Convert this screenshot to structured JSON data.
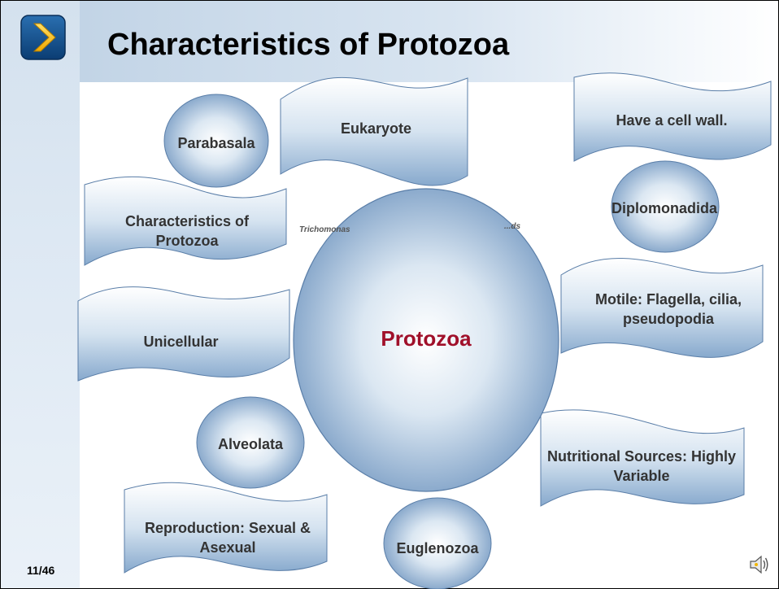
{
  "slide": {
    "title": "Characteristics of Protozoa",
    "page_number": "11/46"
  },
  "center": {
    "label": "Protozoa"
  },
  "concepts": {
    "eukaryote": "Eukaryote",
    "parabasala": "Parabasala",
    "have_cell_wall": "Have a cell wall.",
    "characteristics": "Characteristics of Protozoa",
    "diplomonadida": "Diplomonadida",
    "motile": "Motile: Flagella, cilia, pseudopodia",
    "unicellular": "Unicellular",
    "alveolata": "Alveolata",
    "nutritional": "Nutritional Sources: Highly Variable",
    "reproduction": "Reproduction: Sexual & Asexual",
    "euglenozoa": "Euglenozoa"
  },
  "background_fragments": {
    "left": "Trichomonas",
    "right": "...ds"
  },
  "colors": {
    "shape_edge": "#5a7ea8",
    "shape_light": "#ffffff",
    "shape_mid": "#c4d6e8",
    "shape_dark": "#6f93bd",
    "accent": "#a0102a"
  },
  "icons": {
    "logo": "chevron-right-icon",
    "audio": "speaker-icon"
  }
}
